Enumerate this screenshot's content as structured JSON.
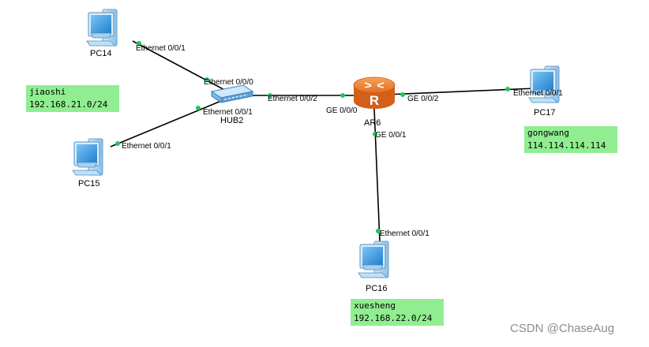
{
  "devices": {
    "pc14": {
      "name": "PC14",
      "port": "Ethernet 0/0/1"
    },
    "pc15": {
      "name": "PC15",
      "port": "Ethernet 0/0/1"
    },
    "pc16": {
      "name": "PC16",
      "port": "Ethernet 0/0/1"
    },
    "pc17": {
      "name": "PC17",
      "port": "Ethernet 0/0/1"
    },
    "hub": {
      "name": "HUB2",
      "port_0": "Ethernet 0/0/0",
      "port_1": "Ethernet 0/0/1",
      "port_2": "Ethernet 0/0/2"
    },
    "router": {
      "name": "AR6",
      "logo": "R",
      "ge0": "GE 0/0/0",
      "ge1": "GE 0/0/1",
      "ge2": "GE 0/0/2"
    }
  },
  "notes": {
    "jiaoshi": {
      "title": "jiaoshi",
      "subnet": "192.168.21.0/24"
    },
    "gongwang": {
      "title": "gongwang",
      "subnet": "114.114.114.114"
    },
    "xuesheng": {
      "title": "xuesheng",
      "subnet": "192.168.22.0/24"
    }
  },
  "watermark": "CSDN @ChaseAug",
  "colors": {
    "link": "#000000",
    "port_dot": "#22c55e",
    "note_bg": "#90ee90",
    "router": "#f0883a",
    "pc_screen": "#2a8fd8"
  }
}
